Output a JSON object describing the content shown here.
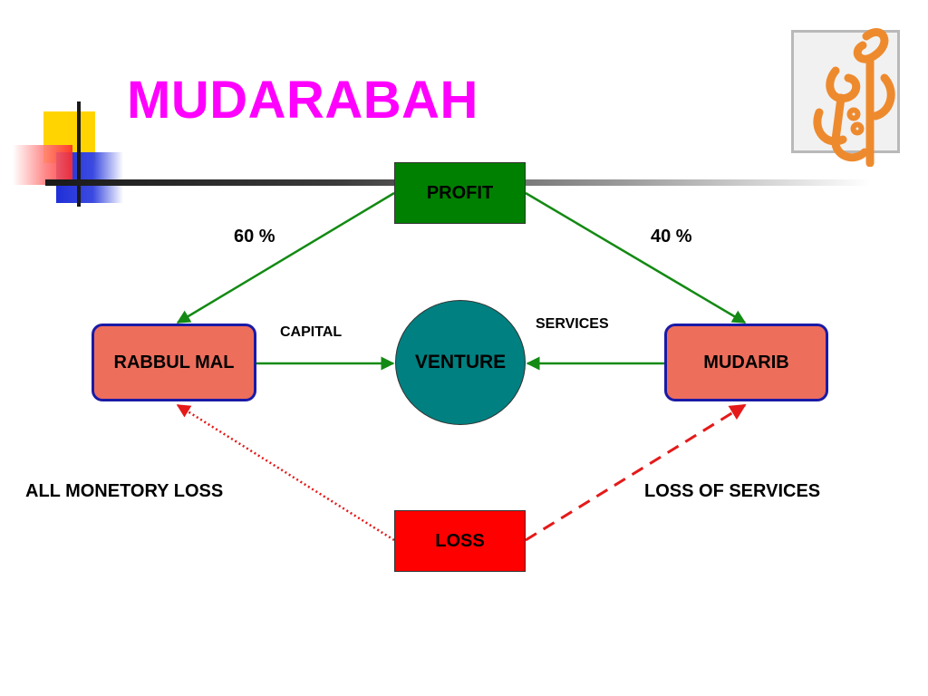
{
  "slide": {
    "title": "MUDARABAH"
  },
  "nodes": {
    "profit": "PROFIT",
    "loss": "LOSS",
    "venture": "VENTURE",
    "rabbul_mal": "RABBUL MAL",
    "mudarib": "MUDARIB"
  },
  "labels": {
    "share_rabbul_mal": "60 %",
    "share_mudarib": "40 %",
    "capital": "CAPITAL",
    "services": "SERVICES",
    "monetary_loss": "ALL MONETORY LOSS",
    "loss_of_services": "LOSS OF SERVICES"
  },
  "colors": {
    "title": "#ff00ff",
    "profit_fill": "#008000",
    "loss_fill": "#ff0000",
    "venture_fill": "#008080",
    "party_fill": "#ee6e5c",
    "party_border": "#1a1aa6",
    "arrow_green": "#138a13",
    "arrow_red": "#e51919",
    "logo_orange": "#ee8a2e"
  },
  "icons": {
    "logo": "arabic-calligraphy-logo",
    "decoration": "corner-squares-decoration"
  }
}
